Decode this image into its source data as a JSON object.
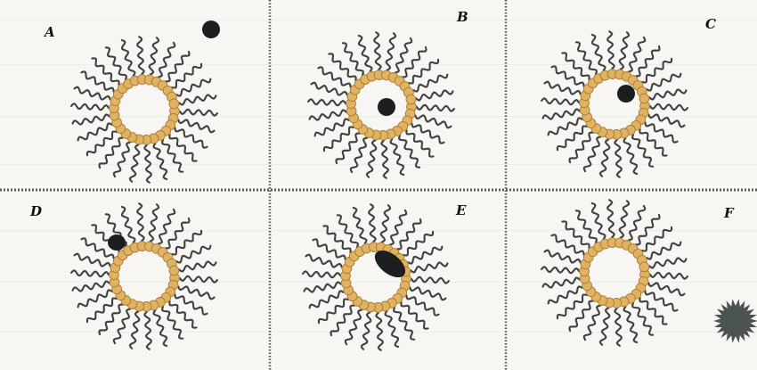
{
  "panels": [
    {
      "label": "A",
      "solute": "sphere-outside-micelle"
    },
    {
      "label": "B",
      "solute": "sphere-in-core-center"
    },
    {
      "label": "C",
      "solute": "sphere-in-core-near-headgroups"
    },
    {
      "label": "D",
      "solute": "sphere-among-tails"
    },
    {
      "label": "E",
      "solute": "ellipsoid-spanning-headgroups"
    },
    {
      "label": "F",
      "solute": "spiky-particle-outside-micelle"
    }
  ],
  "colors": {
    "background": "#f7f6f3",
    "tail": "#3f4243",
    "head_fill": "#e0b262",
    "head_stroke": "#a77b34",
    "solute": "#1c1e1f",
    "divider": "#5a5a5a"
  }
}
